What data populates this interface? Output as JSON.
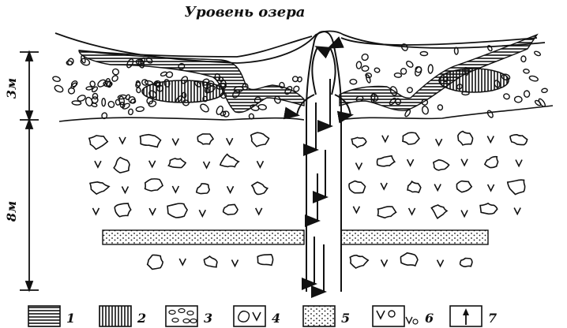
{
  "title": "Уровень озера",
  "depth_labels": {
    "upper": "3м",
    "lower": "8м"
  },
  "legend": [
    {
      "number": "1",
      "pattern": "horizontal-hatch"
    },
    {
      "number": "2",
      "pattern": "vertical-hatch"
    },
    {
      "number": "3",
      "pattern": "gravel"
    },
    {
      "number": "4",
      "pattern": "clasts-with-v"
    },
    {
      "number": "5",
      "pattern": "sand-dots"
    },
    {
      "number": "6",
      "pattern": "v-o-volcanic"
    },
    {
      "number": "7",
      "pattern": "flow-arrow"
    }
  ],
  "colors": {
    "ink": "#111111",
    "paper": "#ffffff"
  }
}
